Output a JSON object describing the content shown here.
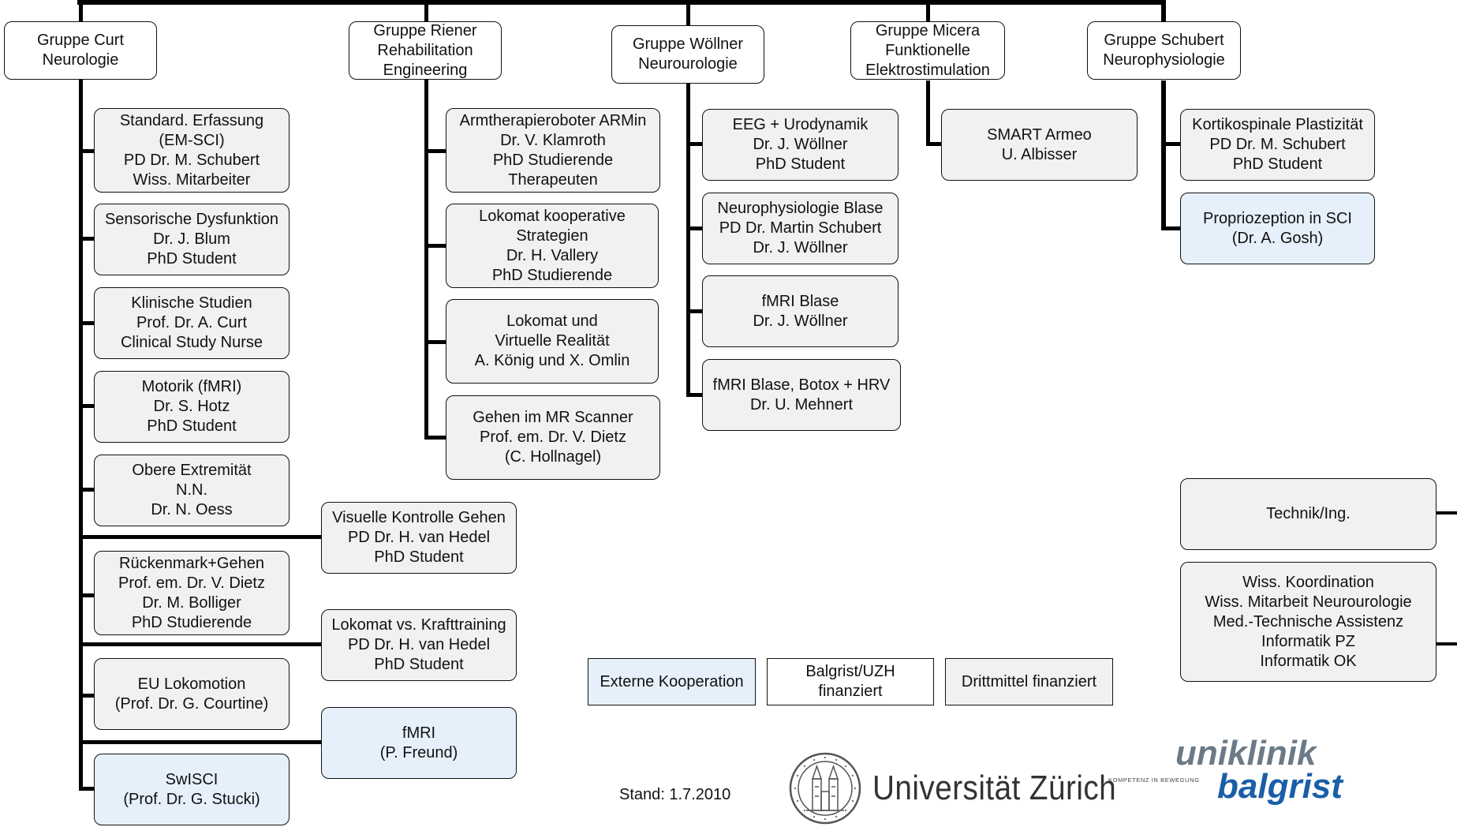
{
  "groups": [
    {
      "lines": [
        "Gruppe Curt",
        "Neurologie"
      ]
    },
    {
      "lines": [
        "Gruppe Riener",
        "Rehabilitation",
        "Engineering"
      ]
    },
    {
      "lines": [
        "Gruppe Wöllner",
        "Neurourologie"
      ]
    },
    {
      "lines": [
        "Gruppe Micera",
        "Funktionelle",
        "Elektrostimulation"
      ]
    },
    {
      "lines": [
        "Gruppe Schubert",
        "Neurophysiologie"
      ]
    }
  ],
  "curt_projects": [
    {
      "lines": [
        "Standard. Erfassung",
        "(EM-SCI)",
        "PD Dr. M. Schubert",
        "Wiss. Mitarbeiter"
      ],
      "funding": "drittmittel"
    },
    {
      "lines": [
        "Sensorische Dysfunktion",
        "Dr. J. Blum",
        "PhD Student"
      ],
      "funding": "drittmittel"
    },
    {
      "lines": [
        "Klinische Studien",
        "Prof. Dr. A. Curt",
        "Clinical Study Nurse"
      ],
      "funding": "drittmittel"
    },
    {
      "lines": [
        "Motorik (fMRI)",
        "Dr. S. Hotz",
        "PhD Student"
      ],
      "funding": "drittmittel"
    },
    {
      "lines": [
        "Obere Extremität",
        "N.N.",
        "Dr. N. Oess"
      ],
      "funding": "drittmittel"
    },
    {
      "lines": [
        "Visuelle Kontrolle Gehen",
        "PD Dr. H. van Hedel",
        "PhD Student"
      ],
      "funding": "drittmittel"
    },
    {
      "lines": [
        "Rückenmark+Gehen",
        "Prof. em. Dr. V. Dietz",
        "Dr. M. Bolliger",
        "PhD Studierende"
      ],
      "funding": "drittmittel"
    },
    {
      "lines": [
        "Lokomat vs. Krafttraining",
        "PD Dr. H. van Hedel",
        "PhD Student"
      ],
      "funding": "drittmittel"
    },
    {
      "lines": [
        "EU Lokomotion",
        "(Prof. Dr. G. Courtine)"
      ],
      "funding": "drittmittel"
    },
    {
      "lines": [
        "fMRI",
        "(P. Freund)"
      ],
      "funding": "extern"
    },
    {
      "lines": [
        "SwISCI",
        "(Prof. Dr. G. Stucki)"
      ],
      "funding": "extern"
    }
  ],
  "riener_projects": [
    {
      "lines": [
        "Armtherapieroboter ARMin",
        "Dr. V. Klamroth",
        "PhD Studierende",
        "Therapeuten"
      ],
      "funding": "drittmittel"
    },
    {
      "lines": [
        "Lokomat kooperative",
        "Strategien",
        "Dr. H. Vallery",
        "PhD Studierende"
      ],
      "funding": "drittmittel"
    },
    {
      "lines": [
        "Lokomat und",
        "Virtuelle Realität",
        "A. König und X. Omlin"
      ],
      "funding": "drittmittel"
    },
    {
      "lines": [
        "Gehen im MR Scanner",
        "Prof. em. Dr. V. Dietz",
        "(C. Hollnagel)"
      ],
      "funding": "drittmittel"
    }
  ],
  "woellner_projects": [
    {
      "lines": [
        "EEG + Urodynamik",
        "Dr. J. Wöllner",
        "PhD Student"
      ],
      "funding": "drittmittel"
    },
    {
      "lines": [
        "Neurophysiologie Blase",
        "PD Dr. Martin Schubert",
        "Dr. J. Wöllner"
      ],
      "funding": "drittmittel"
    },
    {
      "lines": [
        "fMRI Blase",
        "Dr. J. Wöllner"
      ],
      "funding": "drittmittel"
    },
    {
      "lines": [
        "fMRI Blase, Botox + HRV",
        "Dr. U. Mehnert"
      ],
      "funding": "drittmittel"
    }
  ],
  "micera_projects": [
    {
      "lines": [
        "SMART Armeo",
        "U. Albisser"
      ],
      "funding": "drittmittel"
    }
  ],
  "schubert_projects": [
    {
      "lines": [
        "Kortikospinale Plastizität",
        "PD Dr. M. Schubert",
        "PhD Student"
      ],
      "funding": "drittmittel"
    },
    {
      "lines": [
        "Propriozeption in SCI",
        "(Dr. A. Gosh)"
      ],
      "funding": "extern"
    }
  ],
  "staff_boxes": [
    {
      "lines": [
        "Technik/Ing."
      ],
      "funding": "drittmittel"
    },
    {
      "lines": [
        "Wiss. Koordination",
        "Wiss. Mitarbeit Neurourologie",
        "Med.-Technische Assistenz",
        "Informatik PZ",
        "Informatik OK"
      ],
      "funding": "drittmittel"
    }
  ],
  "legend": [
    {
      "lines": [
        "Externe Kooperation"
      ],
      "color": "#e6f0fb"
    },
    {
      "lines": [
        "Balgrist/UZH",
        "finanziert"
      ],
      "color": "#ffffff"
    },
    {
      "lines": [
        "Drittmittel finanziert"
      ],
      "color": "#f1f1f1"
    }
  ],
  "footer": {
    "stand": "Stand: 1.7.2010",
    "uzh_name": "Universität Zürich",
    "balgrist_tagline": "KOMPETENZ IN BEWEGUNG",
    "balgrist_uni": "uniklinik",
    "balgrist_name": "balgrist"
  },
  "colors": {
    "externe_kooperation": "#e6f0fb",
    "balgrist_uzh": "#ffffff",
    "drittmittel": "#f1f1f1",
    "balgrist_blue": "#1a5ea8",
    "uniklinik_grey": "#6b7a86"
  }
}
